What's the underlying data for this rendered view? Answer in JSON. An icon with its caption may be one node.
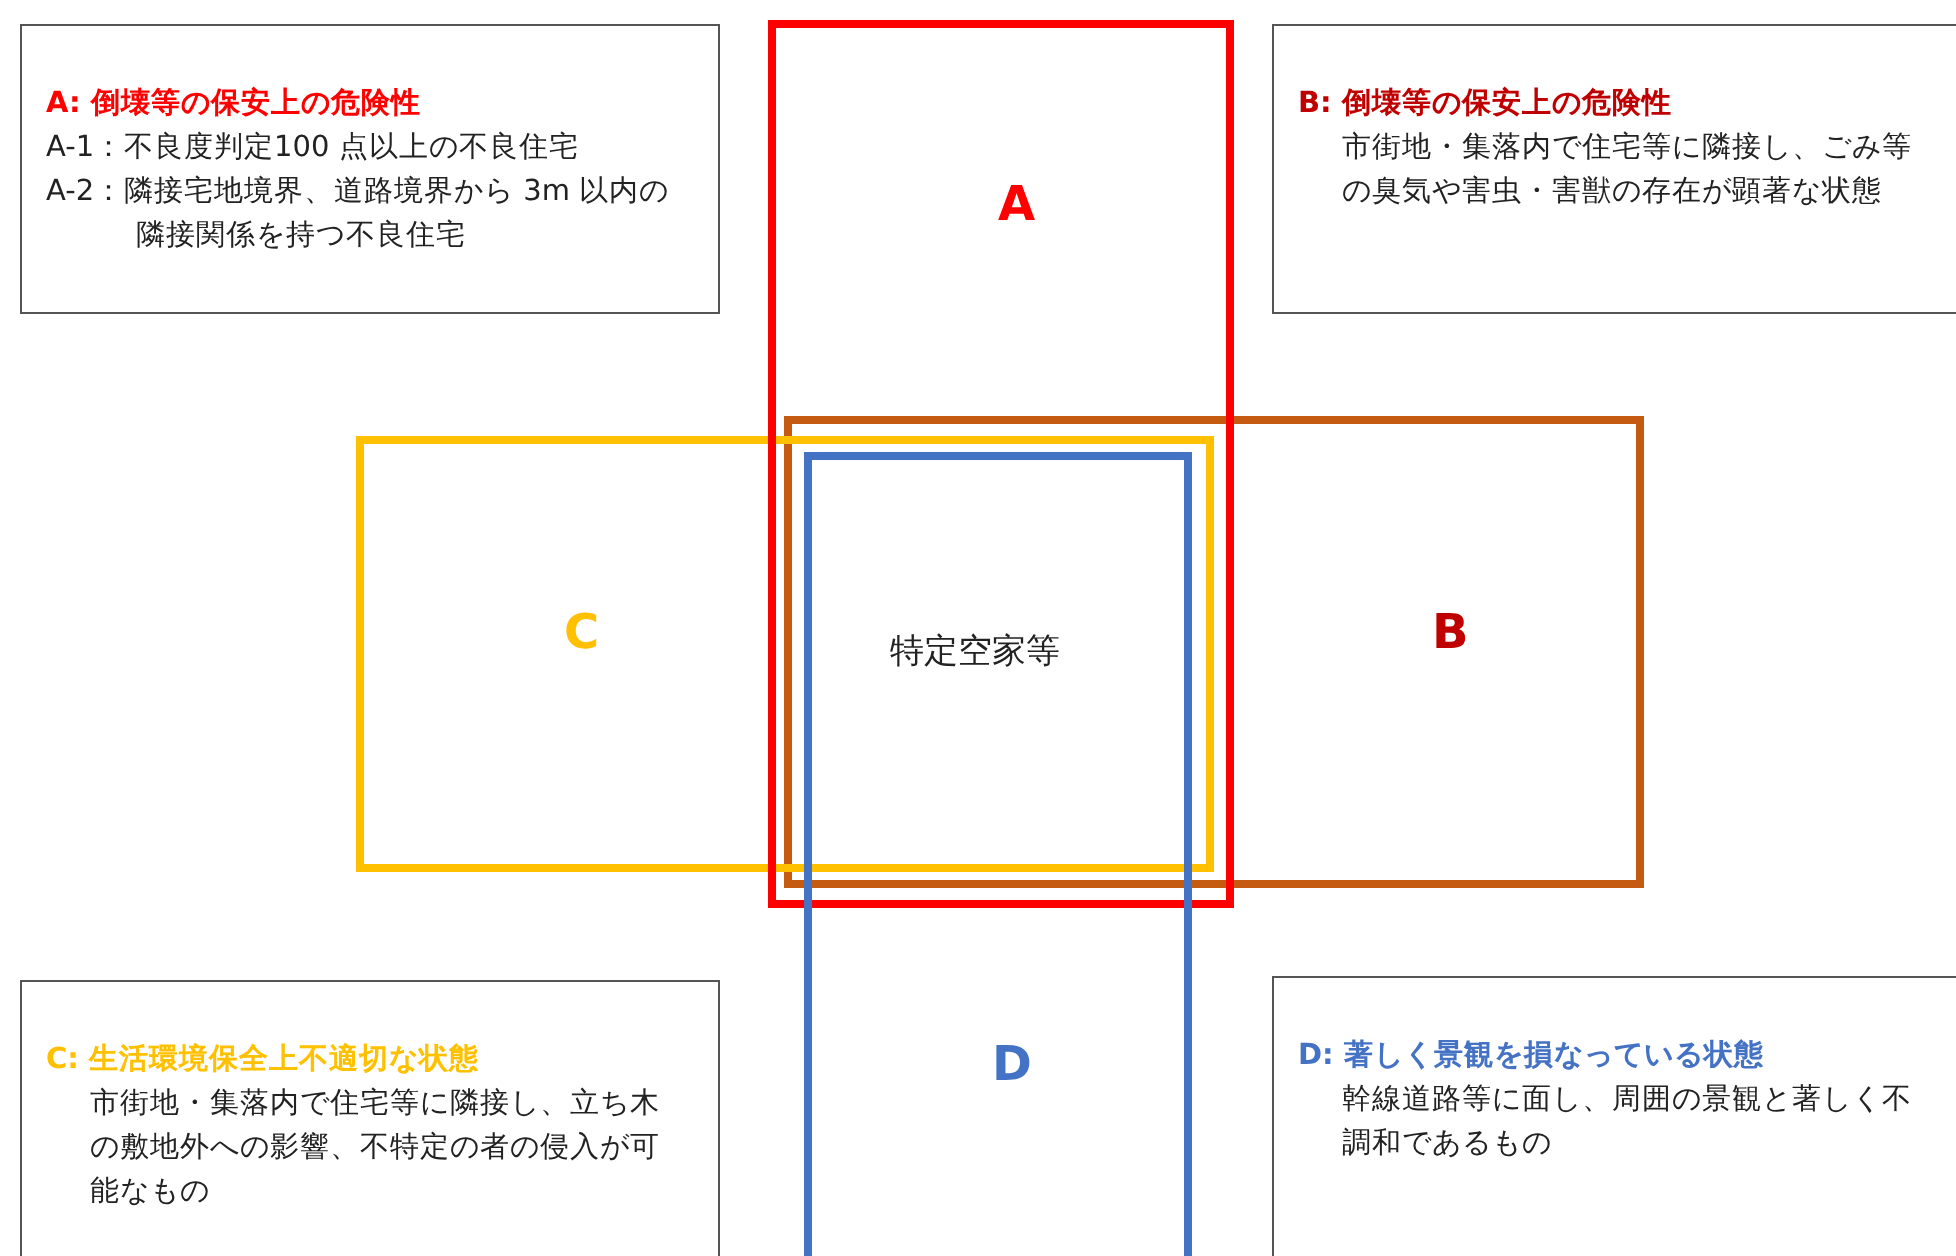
{
  "diagram": {
    "nodes": [
      {
        "text": [
          "A: 倒壊等の保安上の危険性",
          "A-1：不良度判定100 点以上の不良住宅",
          "A-2：隣接宅地境界、道路境界から 3m 以内の隣接関係を持つ不良住宅"
        ]
      },
      {
        "text": [
          "A"
        ]
      },
      {
        "text": [
          "B: 倒壊等の保安上の危険性",
          "市街地・集落内で住宅等に隣接し、ごみ等の臭気や害虫・害獣の存在が顕著な状態"
        ]
      },
      {
        "text": [
          "C"
        ]
      },
      {
        "text": [
          "B"
        ]
      },
      {
        "text": [
          "C: 生活環境保全上不適切な状態",
          "市街地・集落内で住宅等に隣接し、立ち木の敷地外への影響、不特定の者の侵入が可能なもの"
        ]
      },
      {
        "text": [
          "D"
        ]
      },
      {
        "text": [
          "D: 著しく景観を損なっている状態",
          "幹線道路等に面し、周囲の景観と著しく不調和であるもの"
        ]
      }
    ],
    "labels": [
      "特定空家等"
    ]
  }
}
